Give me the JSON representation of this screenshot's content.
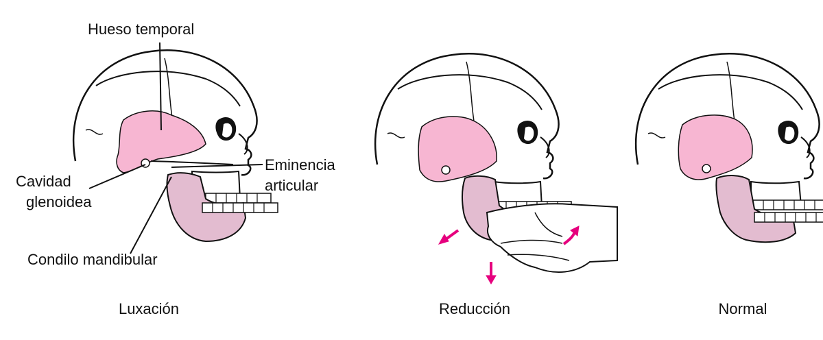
{
  "labels": {
    "temporal_bone": "Hueso temporal",
    "articular_eminence_line1": "Eminencia",
    "articular_eminence_line2": "articular",
    "glenoid_cavity_line1": "Cavidad",
    "glenoid_cavity_line2": "glenoidea",
    "mandibular_condyle": "Condilo mandibular"
  },
  "captions": {
    "dislocation": "Luxación",
    "reduction": "Reducción",
    "normal": "Normal"
  },
  "colors": {
    "temporal_pink": "#f7b6d2",
    "jaw_pink": "#e3bcd0",
    "arrow_magenta": "#e6007e",
    "ink": "#111111"
  }
}
